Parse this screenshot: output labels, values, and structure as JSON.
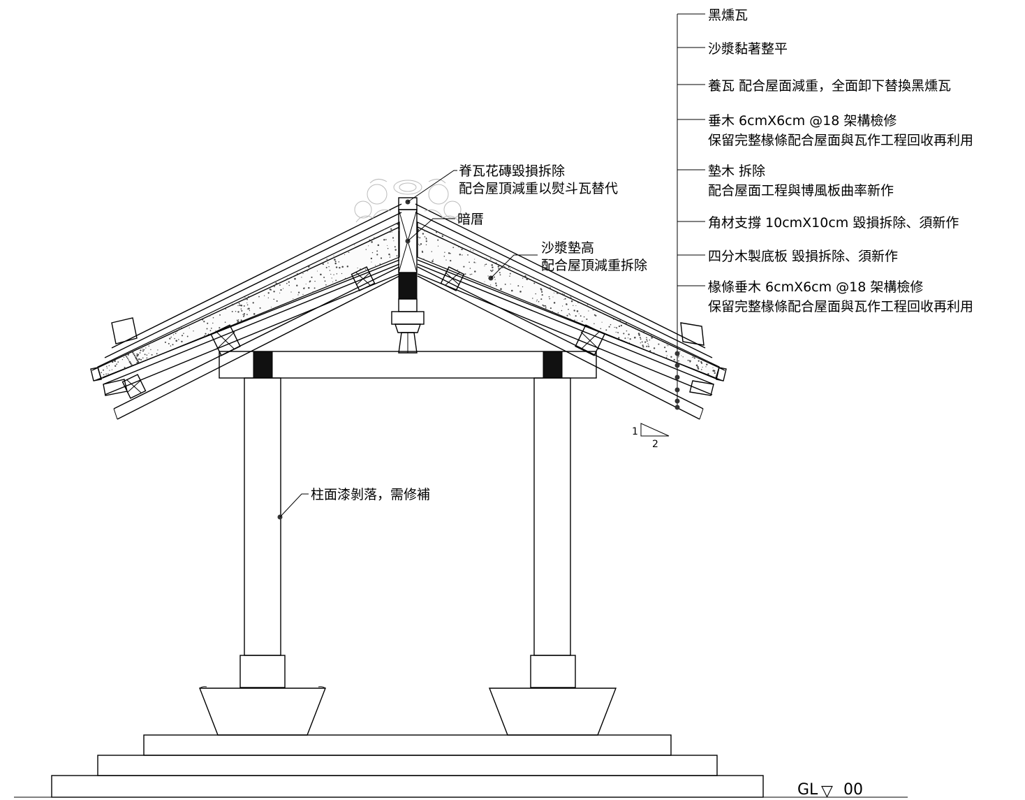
{
  "callouts_right": [
    {
      "line1": "黑燻瓦",
      "line2": ""
    },
    {
      "line1": "沙漿黏著整平",
      "line2": ""
    },
    {
      "line1": "養瓦 配合屋面減重，全面卸下替換黑燻瓦",
      "line2": ""
    },
    {
      "line1": "垂木 6cmX6cm @18 架構檢修",
      "line2": "保留完整椽條配合屋面與瓦作工程回收再利用"
    },
    {
      "line1": "墊木 拆除",
      "line2": "配合屋面工程與博風板曲率新作"
    },
    {
      "line1": "角材支撐 10cmX10cm 毀損拆除、須新作",
      "line2": ""
    },
    {
      "line1": "四分木製底板 毀損拆除、須新作",
      "line2": ""
    },
    {
      "line1": "椽條垂木 6cmX6cm @18 架構檢修",
      "line2": "保留完整椽條配合屋面與瓦作工程回收再利用"
    }
  ],
  "callout_ridge_tile": {
    "line1": "脊瓦花磚毀損拆除",
    "line2": "配合屋頂減重以熨斗瓦替代"
  },
  "callout_hidden_ridge": {
    "line1": "暗厝",
    "line2": ""
  },
  "callout_mortar": {
    "line1": "沙漿墊高",
    "line2": "配合屋頂減重拆除"
  },
  "callout_column": {
    "line1": "柱面漆剝落，需修補",
    "line2": ""
  },
  "slope": {
    "rise": "1",
    "run": "2"
  },
  "ground_level": {
    "label": "GL",
    "symbol": "▽",
    "value": "00"
  }
}
